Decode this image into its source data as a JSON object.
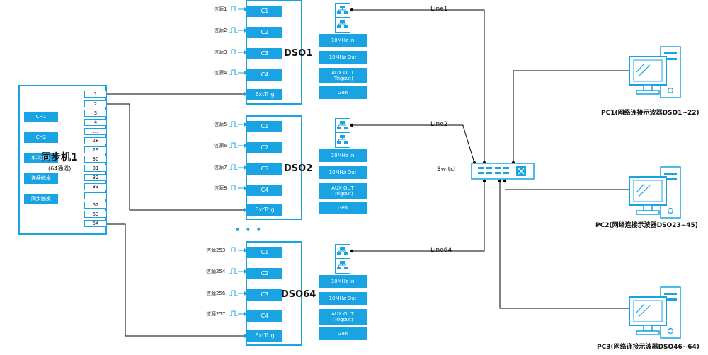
{
  "sync": {
    "title": "同步机1",
    "subtitle": "(64通道)",
    "inputs": [
      "CH1",
      "CH2",
      "单次触发",
      "连续触发",
      "同步触发"
    ],
    "outputs": [
      "1",
      "2",
      "3",
      "4",
      "...",
      "28",
      "29",
      "30",
      "31",
      "32",
      "33",
      "...",
      "62",
      "63",
      "64"
    ]
  },
  "scopes": [
    {
      "name": "DSO1",
      "signals": [
        "信源1",
        "信源2",
        "信源3",
        "信源4"
      ],
      "ports": [
        "C1",
        "C2",
        "C3",
        "C4",
        "ExtTrig"
      ],
      "right": [
        "10MHz In",
        "10MHz Out",
        "AUX OUT",
        "(Trigout)",
        "Gen"
      ],
      "line": "Line1"
    },
    {
      "name": "DSO2",
      "signals": [
        "信源5",
        "信源6",
        "信源7",
        "信源8"
      ],
      "ports": [
        "C1",
        "C2",
        "C3",
        "C4",
        "ExtTrig"
      ],
      "right": [
        "10MHz In",
        "10MHz Out",
        "AUX OUT",
        "(Trigout)",
        "Gen"
      ],
      "line": "Line2"
    },
    {
      "name": "DSO64",
      "signals": [
        "信源253",
        "信源254",
        "信源256",
        "信源257"
      ],
      "ports": [
        "C1",
        "C2",
        "C3",
        "C4",
        "ExtTrig"
      ],
      "right": [
        "10MHz In",
        "10MHz Out",
        "AUX OUT",
        "(Trigout)",
        "Gen"
      ],
      "line": "Line64"
    }
  ],
  "ellipsis": "• • •",
  "switch": {
    "label": "Switch"
  },
  "pcs": [
    {
      "label": "PC1(网络连接示波器DSO1~22)"
    },
    {
      "label": "PC2(网络连接示波器DSO23~45)"
    },
    {
      "label": "PC3(网络连接示波器DSO46~64)"
    }
  ],
  "colors": {
    "accent": "#19a3e3",
    "line": "#000000"
  }
}
